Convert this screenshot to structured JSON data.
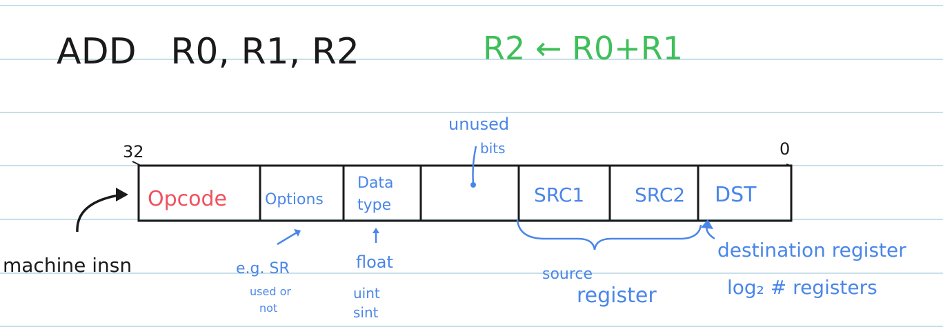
{
  "colors": {
    "ink": "#1a1a1a",
    "red": "#f0515f",
    "green": "#3fbf5a",
    "blue": "#4a86e8",
    "rule": "#c7dfe8"
  },
  "instruction": {
    "text": "ADD   R0, R1, R2"
  },
  "semantics": {
    "text": "R2 ← R0+R1"
  },
  "bits": {
    "high": "32",
    "low": "0"
  },
  "fields": [
    {
      "label": "Opcode",
      "color": "red"
    },
    {
      "label": "Options",
      "color": "blue"
    },
    {
      "label_line1": "Data",
      "label_line2": "type",
      "color": "blue"
    },
    {
      "label": "",
      "color": "blue"
    },
    {
      "label": "SRC1",
      "color": "blue"
    },
    {
      "label": "SRC2",
      "color": "blue"
    },
    {
      "label": "DST",
      "color": "blue"
    }
  ],
  "annotations": {
    "unused_line1": "unused",
    "unused_line2": "bits",
    "machine_insn": "machine insn",
    "options_line1": "e.g. SR",
    "options_line2": "used or",
    "options_line3": "not",
    "datatype_line1": "float",
    "datatype_line2": "uint",
    "datatype_line3": "sint",
    "source_line1": "source",
    "source_line2": "register",
    "dest_line1": "destination register",
    "dest_line2": "log₂ # registers"
  }
}
